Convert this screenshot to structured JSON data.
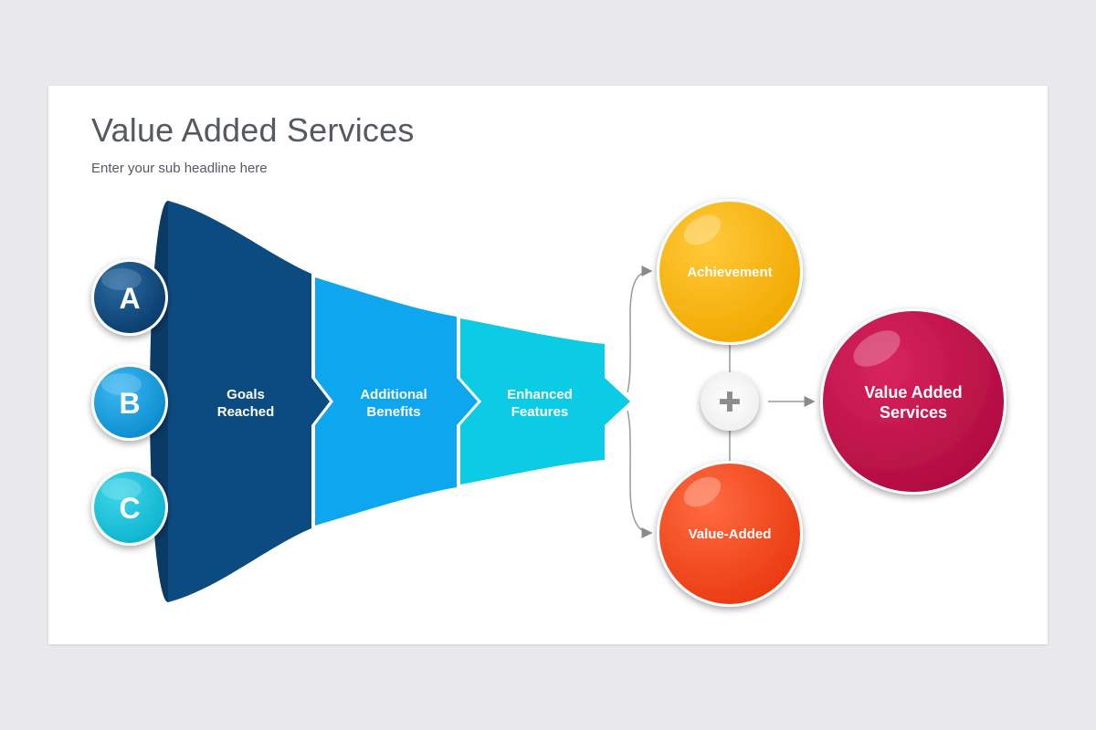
{
  "slide": {
    "title": "Value Added Services",
    "subtitle": "Enter your sub headline here"
  },
  "badges": [
    {
      "letter": "A",
      "color": "#0d4a7e"
    },
    {
      "letter": "B",
      "color": "#12a1e6"
    },
    {
      "letter": "C",
      "color": "#14c6e0"
    }
  ],
  "funnel": {
    "colors": [
      "#0c4b80",
      "#0ea6ee",
      "#0ccbe4"
    ],
    "stages": [
      {
        "line1": "Goals",
        "line2": "Reached"
      },
      {
        "line1": "Additional",
        "line2": "Benefits"
      },
      {
        "line1": "Enhanced",
        "line2": "Features"
      }
    ]
  },
  "outcomes": {
    "top": {
      "label": "Achievement",
      "color": "#fbb70f"
    },
    "bottom": {
      "label": "Value-Added",
      "color": "#fd4a20"
    },
    "plus_symbol": "✚",
    "result": {
      "line1": "Value Added",
      "line2": "Services",
      "color": "#c0104a"
    }
  }
}
